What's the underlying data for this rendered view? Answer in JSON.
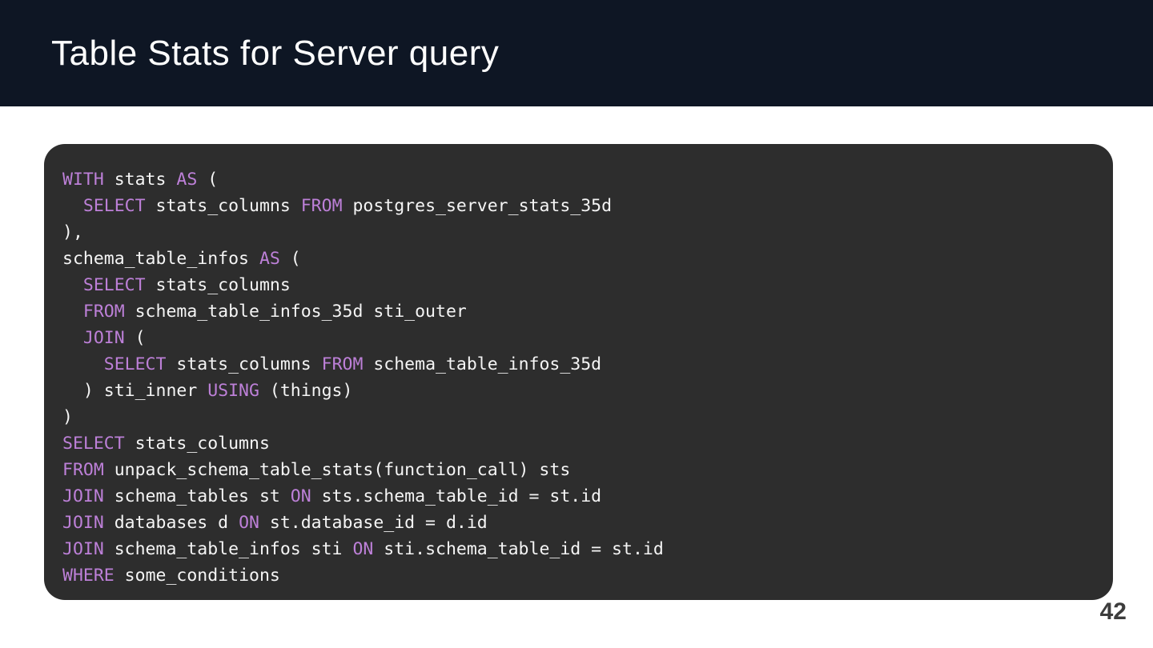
{
  "header": {
    "title": "Table Stats for Server query"
  },
  "code": {
    "language": "sql",
    "lines": [
      [
        {
          "text": "WITH",
          "type": "keyword"
        },
        {
          "text": " stats ",
          "type": "plain"
        },
        {
          "text": "AS",
          "type": "keyword"
        },
        {
          "text": " (",
          "type": "plain"
        }
      ],
      [
        {
          "text": "  ",
          "type": "plain"
        },
        {
          "text": "SELECT",
          "type": "keyword"
        },
        {
          "text": " stats_columns ",
          "type": "plain"
        },
        {
          "text": "FROM",
          "type": "keyword"
        },
        {
          "text": " postgres_server_stats_35d",
          "type": "plain"
        }
      ],
      [
        {
          "text": "),",
          "type": "plain"
        }
      ],
      [
        {
          "text": "schema_table_infos ",
          "type": "plain"
        },
        {
          "text": "AS",
          "type": "keyword"
        },
        {
          "text": " (",
          "type": "plain"
        }
      ],
      [
        {
          "text": "  ",
          "type": "plain"
        },
        {
          "text": "SELECT",
          "type": "keyword"
        },
        {
          "text": " stats_columns",
          "type": "plain"
        }
      ],
      [
        {
          "text": "  ",
          "type": "plain"
        },
        {
          "text": "FROM",
          "type": "keyword"
        },
        {
          "text": " schema_table_infos_35d sti_outer",
          "type": "plain"
        }
      ],
      [
        {
          "text": "  ",
          "type": "plain"
        },
        {
          "text": "JOIN",
          "type": "keyword"
        },
        {
          "text": " (",
          "type": "plain"
        }
      ],
      [
        {
          "text": "    ",
          "type": "plain"
        },
        {
          "text": "SELECT",
          "type": "keyword"
        },
        {
          "text": " stats_columns ",
          "type": "plain"
        },
        {
          "text": "FROM",
          "type": "keyword"
        },
        {
          "text": " schema_table_infos_35d",
          "type": "plain"
        }
      ],
      [
        {
          "text": "  ) sti_inner ",
          "type": "plain"
        },
        {
          "text": "USING",
          "type": "keyword"
        },
        {
          "text": " (things)",
          "type": "plain"
        }
      ],
      [
        {
          "text": ")",
          "type": "plain"
        }
      ],
      [
        {
          "text": "SELECT",
          "type": "keyword"
        },
        {
          "text": " stats_columns",
          "type": "plain"
        }
      ],
      [
        {
          "text": "FROM",
          "type": "keyword"
        },
        {
          "text": " unpack_schema_table_stats(function_call) sts",
          "type": "plain"
        }
      ],
      [
        {
          "text": "JOIN",
          "type": "keyword"
        },
        {
          "text": " schema_tables st ",
          "type": "plain"
        },
        {
          "text": "ON",
          "type": "keyword"
        },
        {
          "text": " sts.schema_table_id = st.id",
          "type": "plain"
        }
      ],
      [
        {
          "text": "JOIN",
          "type": "keyword"
        },
        {
          "text": " databases d ",
          "type": "plain"
        },
        {
          "text": "ON",
          "type": "keyword"
        },
        {
          "text": " st.database_id = d.id",
          "type": "plain"
        }
      ],
      [
        {
          "text": "JOIN",
          "type": "keyword"
        },
        {
          "text": " schema_table_infos sti ",
          "type": "plain"
        },
        {
          "text": "ON",
          "type": "keyword"
        },
        {
          "text": " sti.schema_table_id = st.id",
          "type": "plain"
        }
      ],
      [
        {
          "text": "WHERE",
          "type": "keyword"
        },
        {
          "text": " some_conditions",
          "type": "plain"
        }
      ]
    ]
  },
  "footer": {
    "page_number": "42"
  },
  "colors": {
    "slide_bg": "#ffffff",
    "header_bg": "#0e1624",
    "title_color": "#ffffff",
    "code_bg": "#2d2d2d",
    "code_text": "#f5f5f5",
    "keyword_color": "#bd80d8",
    "page_number_color": "#3d3d3d"
  }
}
